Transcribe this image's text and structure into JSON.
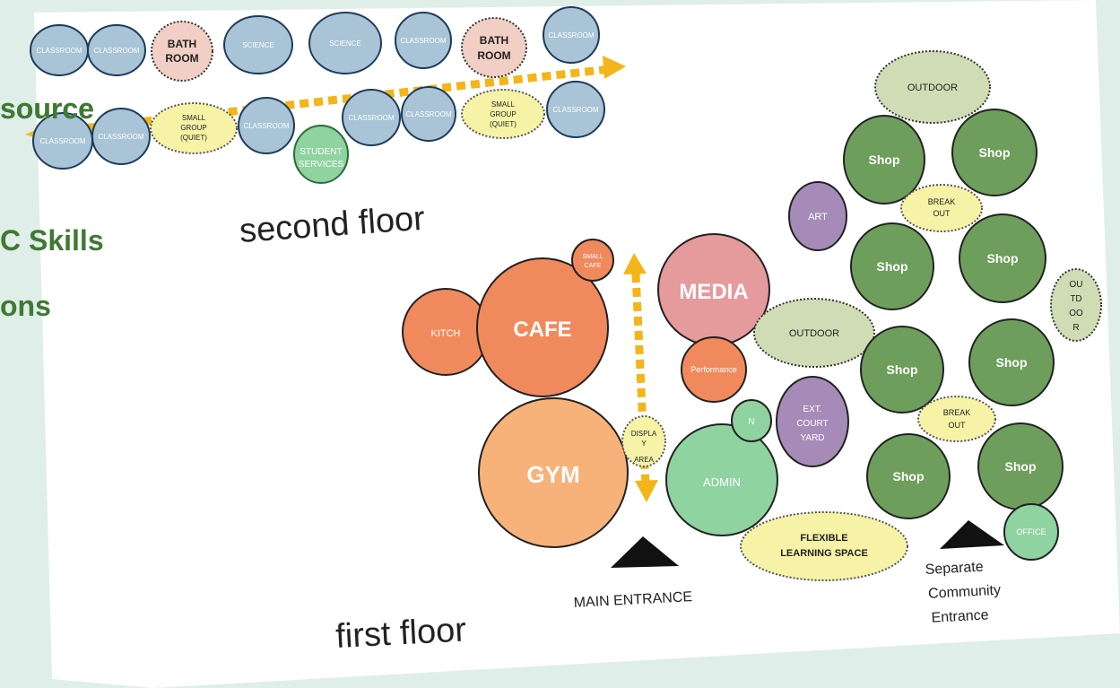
{
  "side_text": [
    "source",
    "C Skills",
    "ons"
  ],
  "headings": {
    "second_floor": "second floor",
    "first_floor": "first floor"
  },
  "entrances": {
    "main": "MAIN ENTRANCE",
    "community_line1": "Separate",
    "community_line2": "Community",
    "community_line3": "Entrance"
  },
  "second_floor_rooms": {
    "classroom": "CLASSROOM",
    "bath_line1": "BATH",
    "bath_line2": "ROOM",
    "science": "SCIENCE",
    "small_group_line1": "SMALL",
    "small_group_line2": "GROUP",
    "small_group_line3": "(QUIET)",
    "student_line1": "STUDENT",
    "student_line2": "SERVICES"
  },
  "first_floor_rooms": {
    "small_cafe_line1": "SMALL",
    "small_cafe_line2": "CAFE",
    "kitch": "KITCH",
    "cafe": "CAFE",
    "gym": "GYM",
    "media": "MEDIA",
    "performance": "Performance",
    "display_line1": "DISPLA",
    "display_line2": "Y",
    "display_line3": "AREA",
    "n": "N",
    "admin": "ADMIN",
    "ext_line1": "EXT.",
    "ext_line2": "COURT",
    "ext_line3": "YARD",
    "outdoor": "OUTDOOR",
    "art": "ART",
    "shop": "Shop",
    "break_line1": "BREAK",
    "break_line2": "OUT",
    "outdoor_v1": "OU",
    "outdoor_v2": "TD",
    "outdoor_v3": "OO",
    "outdoor_v4": "R",
    "flex_line1": "FLEXIBLE",
    "flex_line2": "LEARNING SPACE",
    "office": "OFFICE"
  },
  "colors": {
    "background": "#dfeee9",
    "paper": "#ffffff",
    "classroom": "#a9c4d6",
    "bathroom": "#f2cfc4",
    "quiet": "#f6f3a6",
    "student_services": "#8fd3a0",
    "orange": "#f08a5d",
    "gym": "#f7b27a",
    "media": "#e59a9c",
    "admin": "#8fd3a0",
    "ext": "#a68bb8",
    "shop": "#6e9e5c",
    "outdoor": "#cfdcb4",
    "arrow": "#f3b51a",
    "side_text": "#3f7a32"
  }
}
